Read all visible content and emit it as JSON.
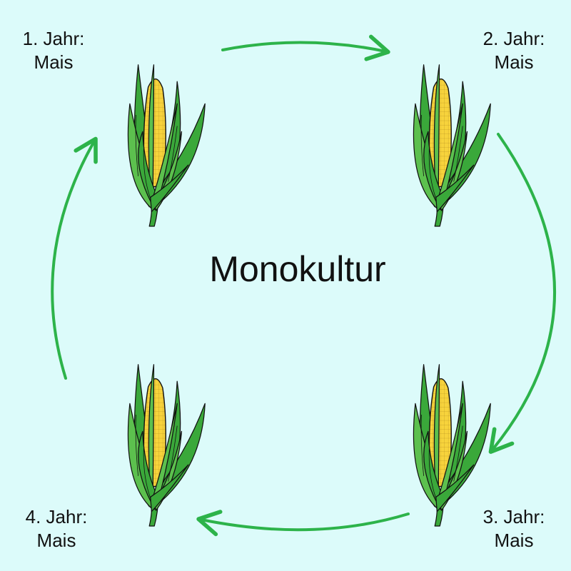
{
  "diagram": {
    "title": "Monokultur",
    "background": "#dcfbfa",
    "arrow_color": "#2db34a",
    "stages": [
      {
        "year_label": "1. Jahr:",
        "crop": "Mais",
        "icon": "corn-cob-icon"
      },
      {
        "year_label": "2. Jahr:",
        "crop": "Mais",
        "icon": "corn-cob-icon"
      },
      {
        "year_label": "3. Jahr:",
        "crop": "Mais",
        "icon": "corn-cob-icon"
      },
      {
        "year_label": "4. Jahr:",
        "crop": "Mais",
        "icon": "corn-cob-icon"
      }
    ],
    "colors": {
      "leaf": "#3aa83a",
      "leaf_light": "#5cc04e",
      "kernel": "#f7d33c",
      "outline": "#111111"
    }
  }
}
